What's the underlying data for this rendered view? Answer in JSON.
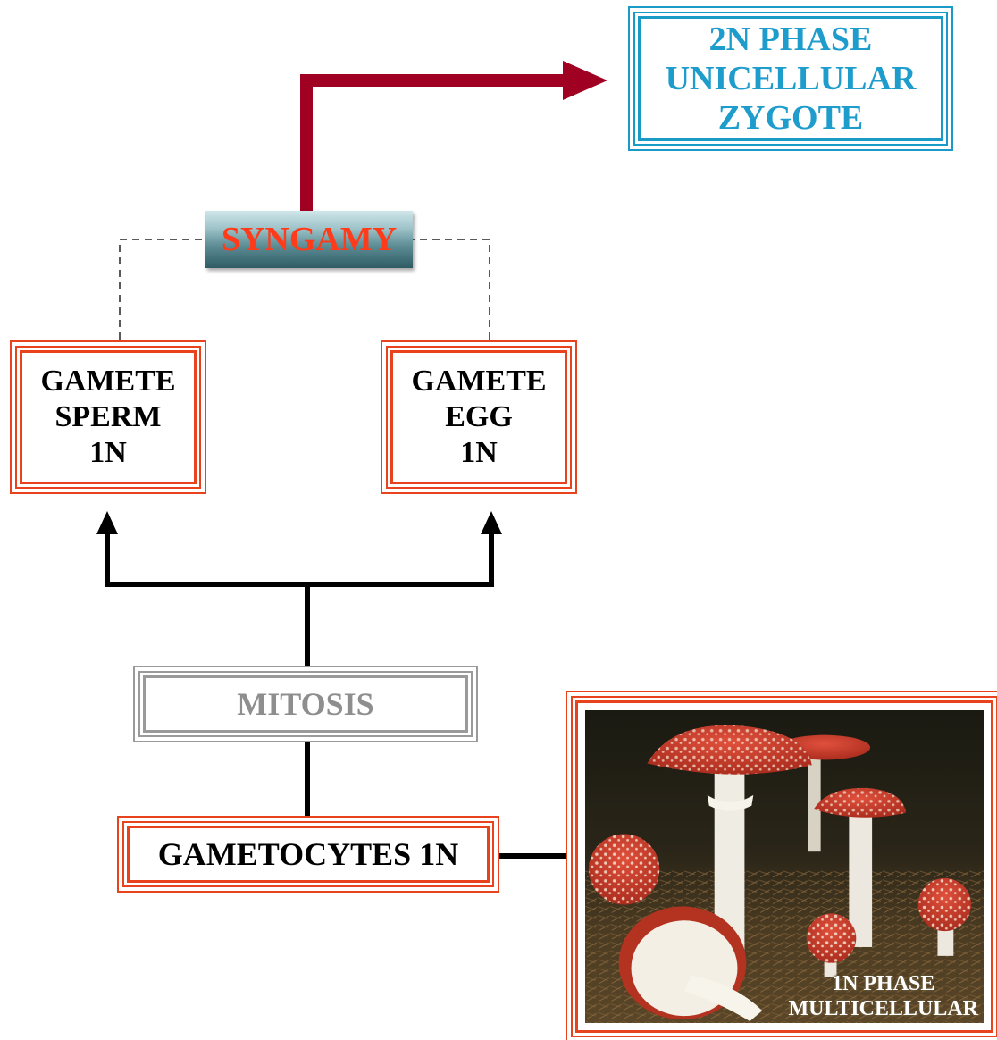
{
  "zygote": {
    "line1": "2N PHASE",
    "line2": "UNICELLULAR",
    "line3": "ZYGOTE"
  },
  "syngamy": {
    "label": "SYNGAMY"
  },
  "sperm": {
    "line1": "GAMETE",
    "line2": "SPERM",
    "line3": "1N"
  },
  "egg": {
    "line1": "GAMETE",
    "line2": "EGG",
    "line3": "1N"
  },
  "mitosis": {
    "label": "MITOSIS"
  },
  "gametocytes": {
    "label": "GAMETOCYTES 1N"
  },
  "photo": {
    "subject": "amanita-muscaria-mushrooms-photo",
    "caption_line1": "1N PHASE",
    "caption_line2": "MULTICELLULAR"
  },
  "colors": {
    "frame_red": "#e8431c",
    "frame_cyan": "#1a9ac7",
    "frame_grey": "#9a9a9a",
    "arrow_dark_red": "#a00022",
    "syngamy_text": "#ff3b1a",
    "zygote_text": "#1e9ccc",
    "mitosis_text": "#8e8e8e"
  }
}
